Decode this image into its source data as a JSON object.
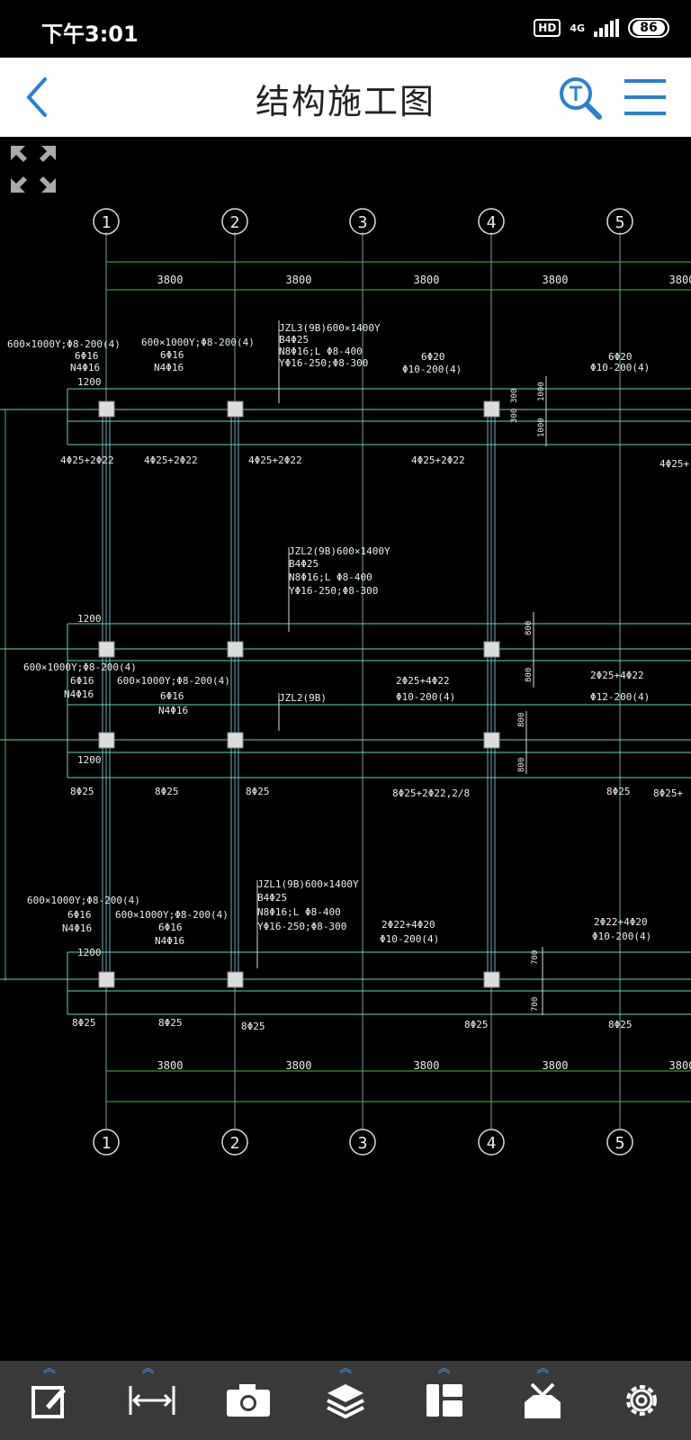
{
  "status_bar": {
    "time": "下午3:01",
    "hd": "HD",
    "network": "4G",
    "battery": "86"
  },
  "app_bar": {
    "title": "结构施工图"
  },
  "drawing": {
    "axis_labels": [
      "1",
      "2",
      "3",
      "4",
      "5"
    ],
    "spans": [
      "3800",
      "3800",
      "3800",
      "3800",
      "3800"
    ],
    "beams": {
      "top": {
        "name": "JZL3(9B)600×1400Y",
        "b": "B4Φ25",
        "n": "N8Φ16;L Φ8-400",
        "y": "YΦ16-250;Φ8-300"
      },
      "mid": {
        "name": "JZL2(9B)600×1400Y",
        "b": "B4Φ25",
        "n": "N8Φ16;L Φ8-400",
        "y": "YΦ16-250;Φ8-300"
      },
      "mid2": {
        "name": "JZL2(9B)"
      },
      "bottom": {
        "name": "JZL1(9B)600×1400Y",
        "b": "B4Φ25",
        "n": "N8Φ16;L Φ8-400",
        "y": "YΦ16-250;Φ8-300"
      }
    },
    "labels": {
      "sec1": "600×1000Y;Φ8-200(4)",
      "sec2": "600×1000Y;Φ8-200(4)",
      "r6": "6Φ16",
      "n4": "N4Φ16",
      "r620": "6Φ20",
      "s1020": "Φ10-200(4)",
      "b1": "4Φ25+2Φ22",
      "b2": "4Φ25+2Φ22",
      "b3": "4Φ25+2Φ22",
      "b4": "4Φ25+2Φ22",
      "b5": "4Φ25+",
      "mA": "2Φ25+4Φ22",
      "mB": "2Φ25+4Φ22",
      "s12": "Φ12-200(4)",
      "r825": "8Φ25",
      "r825x": "8Φ25+2Φ22,2/8",
      "r825p": "8Φ25+",
      "t2220": "2Φ22+4Φ20",
      "d1200": "1200",
      "d1000": "1000",
      "d800": "800",
      "d700": "700",
      "d300": "300"
    }
  },
  "toolbar": {
    "items": [
      "edit-icon",
      "measure-icon",
      "camera-icon",
      "layers-icon",
      "layout-icon",
      "tools-icon",
      "settings-icon"
    ]
  }
}
